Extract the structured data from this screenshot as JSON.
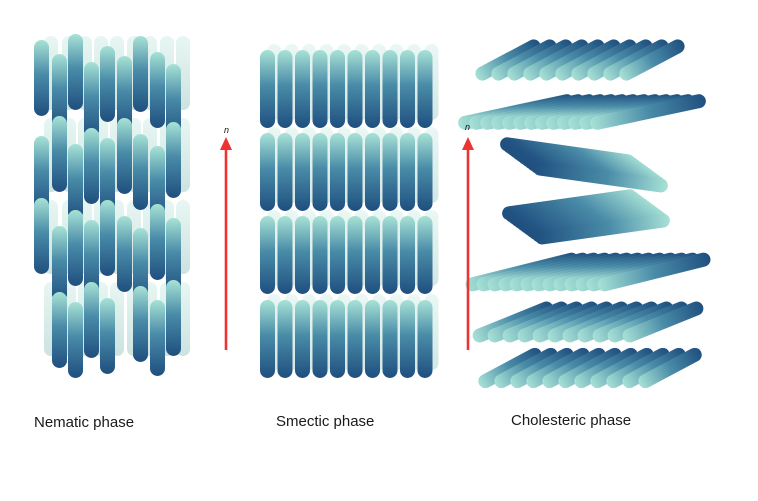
{
  "labels": {
    "nematic": "Nematic phase",
    "smectic": "Smectic phase",
    "cholesteric": "Cholesteric phase",
    "director": "n"
  },
  "colors": {
    "rod_dark": "#1f4f7f",
    "rod_mid": "#4a8ca8",
    "rod_light": "#a8e2d6",
    "arrow": "#ee3333"
  }
}
